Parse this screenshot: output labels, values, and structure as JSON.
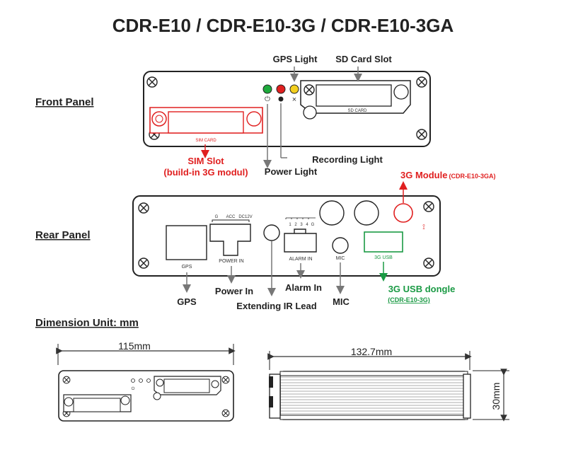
{
  "title": "CDR-E10 / CDR-E10-3G / CDR-E10-3GA",
  "sections": {
    "front": "Front Panel",
    "rear": "Rear Panel",
    "dimension": "Dimension  Unit: mm"
  },
  "front_labels": {
    "gps_light": "GPS Light",
    "sd_slot": "SD Card Slot",
    "sim_slot": "SIM Slot",
    "sim_note": "(build-in 3G modul)",
    "recording_light": "Recording Light",
    "power_light": "Power Light",
    "sim_card_text": "SIM CARD",
    "sd_card_text": "SD CARD"
  },
  "rear_labels": {
    "module_3g": "3G Module",
    "module_3g_model": "(CDR-E10-3GA)",
    "gps": "GPS",
    "power_in": "Power In",
    "alarm_in": "Alarm In",
    "ir_lead": "Extending IR Lead",
    "mic": "MIC",
    "usb_dongle": "3G USB dongle",
    "usb_model": "(CDR-E10-3G)",
    "gps_port": "GPS",
    "power_port": "POWER IN",
    "alarm_port": "ALARM IN",
    "mic_port": "MIC",
    "usb_port": "3G USB",
    "pin_g": "G",
    "pin_acc": "ACC",
    "pin_dc": "DC12V",
    "alarm_pins": [
      "1",
      "2",
      "3",
      "4",
      "G"
    ]
  },
  "dimensions": {
    "width": "115mm",
    "length": "132.7mm",
    "height": "30mm"
  },
  "colors": {
    "red": "#e02020",
    "green": "#1a9a44",
    "yellow": "#f3cf1e",
    "led_green": "#1eaa3c"
  }
}
